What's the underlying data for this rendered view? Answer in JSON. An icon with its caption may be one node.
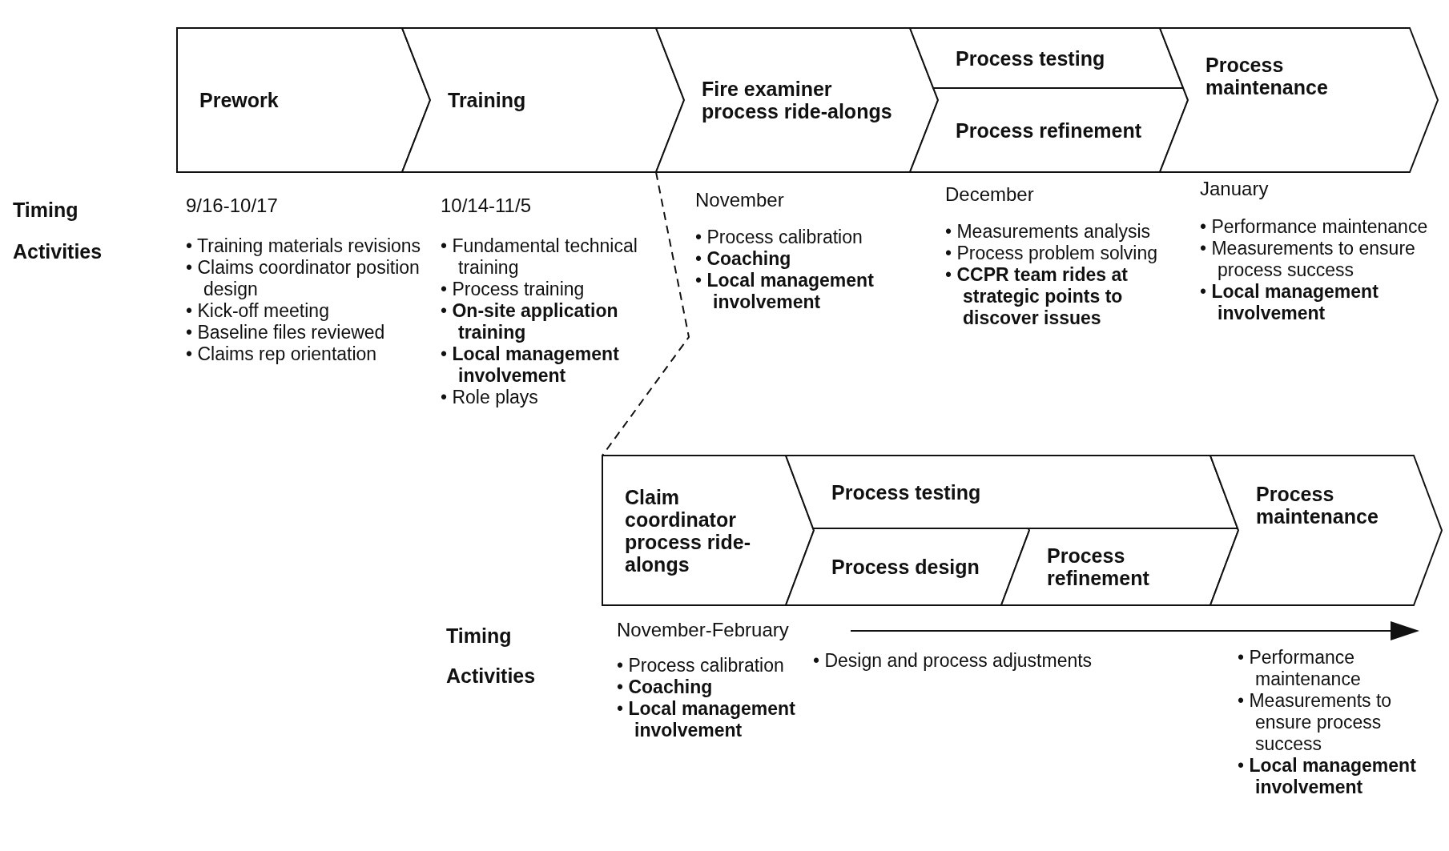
{
  "diagram": {
    "nodes": [
      {
        "text": [
          "Prework"
        ],
        "beside": [
          "9/16-10/17",
          "• Training materials revisions",
          "• Claims coordinator position design",
          "• Kick-off meeting",
          "• Baseline files reviewed",
          "• Claims rep orientation"
        ]
      },
      {
        "text": [
          "Training"
        ],
        "beside": [
          "10/14-11/5",
          "• Fundamental technical training",
          "• Process training",
          "• **On-site application training**",
          "• **Local management involvement**",
          "• Role plays"
        ]
      },
      {
        "text": [
          "Fire examiner process ride-alongs"
        ],
        "beside": [
          "November",
          "• Process calibration",
          "• **Coaching**",
          "• **Local management involvement**"
        ]
      },
      {
        "text": [
          "Process testing"
        ]
      },
      {
        "text": [
          "Process refinement"
        ],
        "beside": [
          "December",
          "• Measurements analysis",
          "• Process problem solving",
          "• **CCPR team rides at strategic points to discover issues**"
        ]
      },
      {
        "text": [
          "Process maintenance"
        ],
        "beside": [
          "January",
          "• Performance maintenance",
          "• Measurements to ensure process success",
          "• **Local management involvement**"
        ]
      },
      {
        "text": [
          "Claim coordinator process ride-alongs"
        ],
        "beside": [
          "• Process calibration",
          "• **Coaching**",
          "• **Local management involvement**"
        ]
      },
      {
        "text": [
          "Process testing"
        ]
      },
      {
        "text": [
          "Process design"
        ]
      },
      {
        "text": [
          "Process refinement"
        ]
      },
      {
        "text": [
          "Process maintenance"
        ],
        "beside": [
          "• Performance maintenance",
          "• Measurements to ensure process success",
          "• **Local management involvement**"
        ]
      }
    ],
    "edges": [
      {
        "from": 2,
        "to": 6,
        "arrow": "none",
        "style": "dashed"
      }
    ],
    "labels": [
      "Timing",
      "Activities",
      "Timing",
      "Activities",
      "November-February",
      "• Design and process adjustments"
    ]
  }
}
